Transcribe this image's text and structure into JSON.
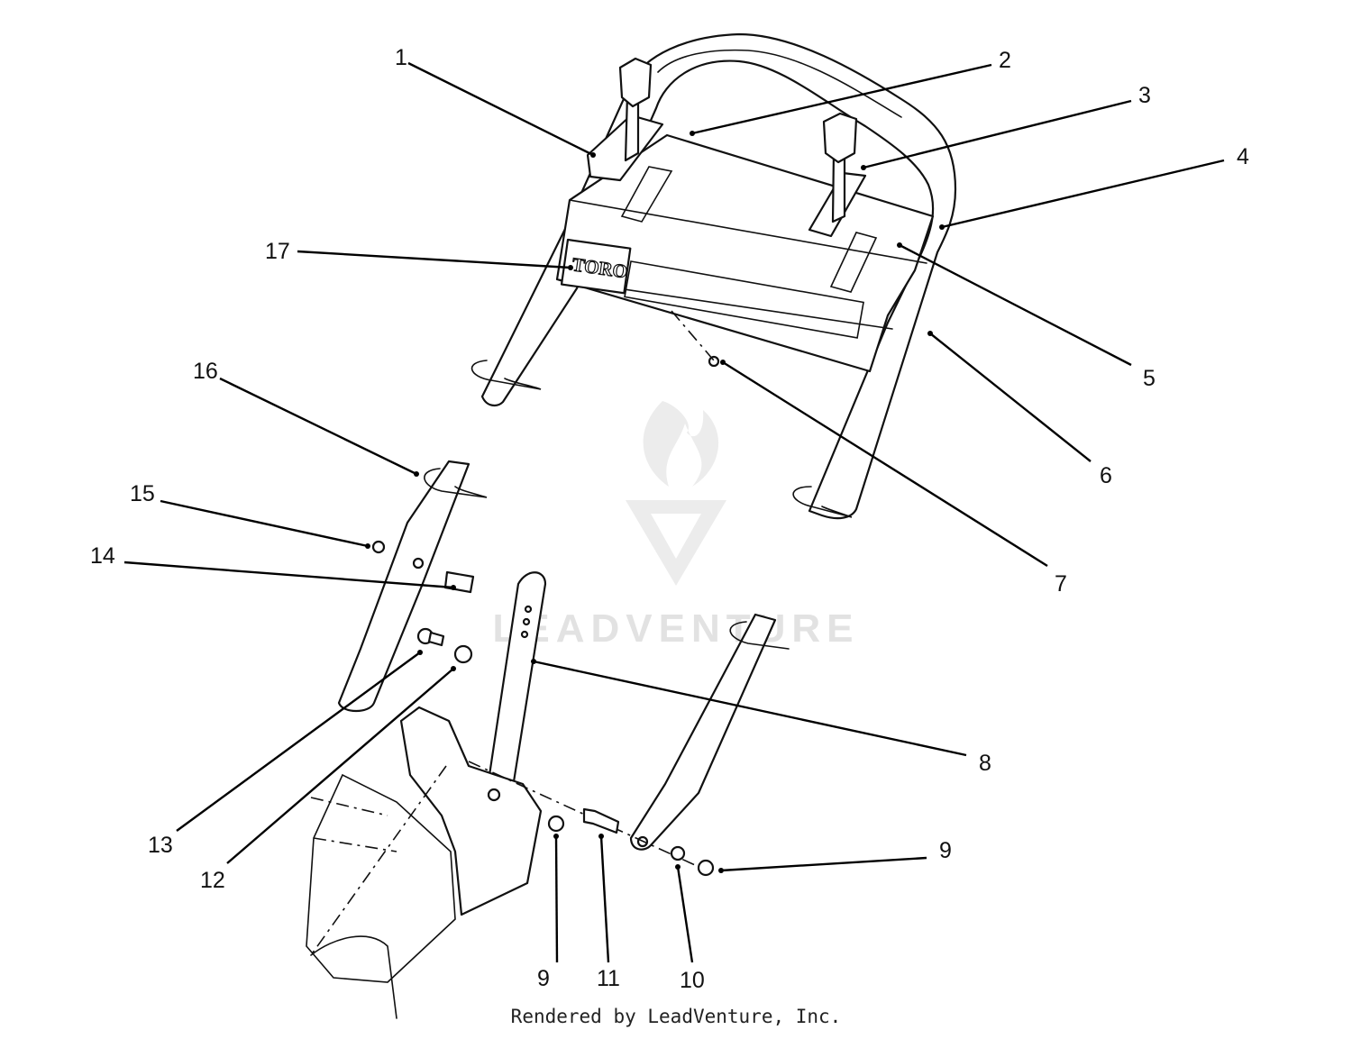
{
  "watermark": {
    "text": "LEADVENTURE"
  },
  "decal": {
    "brand": "TORO"
  },
  "callouts": [
    {
      "id": "c1",
      "label": "1"
    },
    {
      "id": "c2",
      "label": "2"
    },
    {
      "id": "c3",
      "label": "3"
    },
    {
      "id": "c4",
      "label": "4"
    },
    {
      "id": "c5",
      "label": "5"
    },
    {
      "id": "c6",
      "label": "6"
    },
    {
      "id": "c7",
      "label": "7"
    },
    {
      "id": "c8",
      "label": "8"
    },
    {
      "id": "c9a",
      "label": "9"
    },
    {
      "id": "c9b",
      "label": "9"
    },
    {
      "id": "c10",
      "label": "10"
    },
    {
      "id": "c11",
      "label": "11"
    },
    {
      "id": "c12",
      "label": "12"
    },
    {
      "id": "c13",
      "label": "13"
    },
    {
      "id": "c14",
      "label": "14"
    },
    {
      "id": "c15",
      "label": "15"
    },
    {
      "id": "c16",
      "label": "16"
    },
    {
      "id": "c17",
      "label": "17"
    }
  ],
  "footer": {
    "text": "Rendered by LeadVenture, Inc."
  }
}
